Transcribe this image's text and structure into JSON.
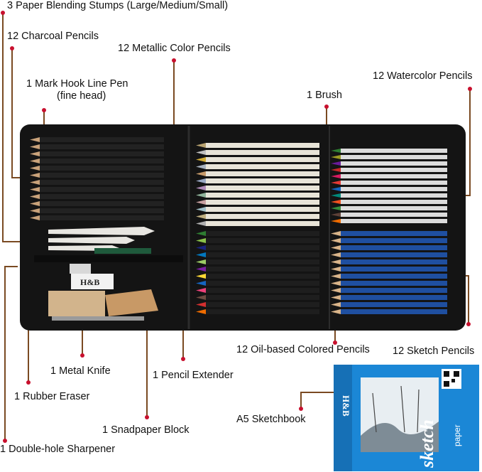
{
  "labels": {
    "stumps": "3 Paper Blending  Stumps (Large/Medium/Small)",
    "charcoal": "12 Charcoal Pencils",
    "metallic": "12 Metallic Color Pencils",
    "pen_line1": "1 Mark Hook Line Pen",
    "pen_line2": "(fine head)",
    "watercolor": "12 Watercolor Pencils",
    "brush": "1 Brush",
    "oil": "12 Oil-based Colored Pencils",
    "sketch": "12 Sketch Pencils",
    "knife": "1 Metal Knife",
    "extender": "1 Pencil Extender",
    "eraser": "1 Rubber Eraser",
    "sketchbook": "A5 Sketchbook",
    "sandpaper": "1 Snadpaper Block",
    "sharpener": "1 Double-hole Sharpener"
  },
  "product": {
    "brand": "H&B",
    "sketchbook_word": "sketch",
    "sketchbook_sub": "paper"
  },
  "colors": {
    "leader": "#7a4a22",
    "dot": "#c8102e",
    "case": "#151515",
    "sketchbook_cover": "#1b87d6"
  }
}
